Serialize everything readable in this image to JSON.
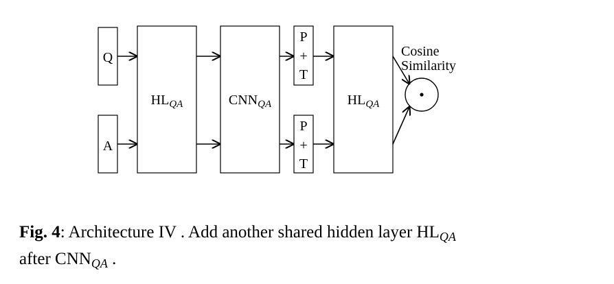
{
  "diagram": {
    "input_q": "Q",
    "input_a": "A",
    "hl_left": "HL",
    "hl_left_sub": "QA",
    "cnn": "CNN",
    "cnn_sub": "QA",
    "pt_top": {
      "p": "P",
      "plus": "+",
      "t": "T"
    },
    "pt_bottom": {
      "p": "P",
      "plus": "+",
      "t": "T"
    },
    "hl_right": "HL",
    "hl_right_sub": "QA",
    "cosine_line1": "Cosine",
    "cosine_line2": "Similarity",
    "dot": "•"
  },
  "caption": {
    "fig_label": "Fig. 4",
    "colon": ":",
    "text1": " Architecture IV . Add another shared hidden layer HL",
    "sub1": "QA",
    "text2": "after CNN",
    "sub2": "QA",
    "text3": " ."
  }
}
